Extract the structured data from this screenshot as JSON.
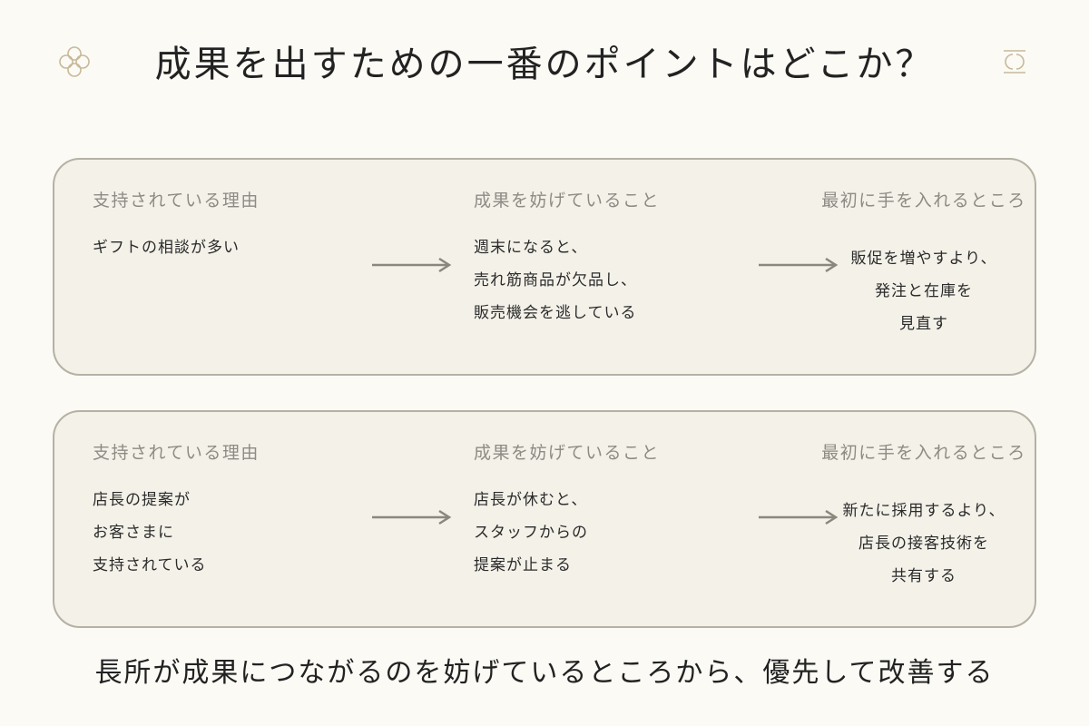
{
  "title": "成果を出すための一番のポイントはどこか？",
  "colors": {
    "background": "#fbfaf5",
    "card": "#f3f1e8",
    "border": "#b5b1a4",
    "arrow": "#8a877d",
    "heading": "#8e8b84",
    "ornament": "#c7b99a"
  },
  "icons": {
    "left_ornament": "four-circle-flower-icon",
    "right_ornament": "interlocked-c-icon",
    "arrow": "right-arrow-icon"
  },
  "rows": [
    {
      "reason": {
        "heading": "支持されている理由",
        "lines": [
          "ギフトの相談が多い"
        ]
      },
      "obstacle": {
        "heading": "成果を妨げていること",
        "lines": [
          "週末になると、",
          "売れ筋商品が欠品し、",
          "販売機会を逃している"
        ]
      },
      "first_step": {
        "heading": "最初に手を入れるところ",
        "lines": [
          "販促を増やすより、",
          "発注と在庫を",
          "見直す"
        ]
      }
    },
    {
      "reason": {
        "heading": "支持されている理由",
        "lines": [
          "店長の提案が",
          "お客さまに",
          "支持されている"
        ]
      },
      "obstacle": {
        "heading": "成果を妨げていること",
        "lines": [
          "店長が休むと、",
          "スタッフからの",
          "提案が止まる"
        ]
      },
      "first_step": {
        "heading": "最初に手を入れるところ",
        "lines": [
          "新たに採用するより、",
          "店長の接客技術を",
          "共有する"
        ]
      }
    }
  ],
  "footer": "長所が成果につながるのを妨げているところから、優先して改善する"
}
